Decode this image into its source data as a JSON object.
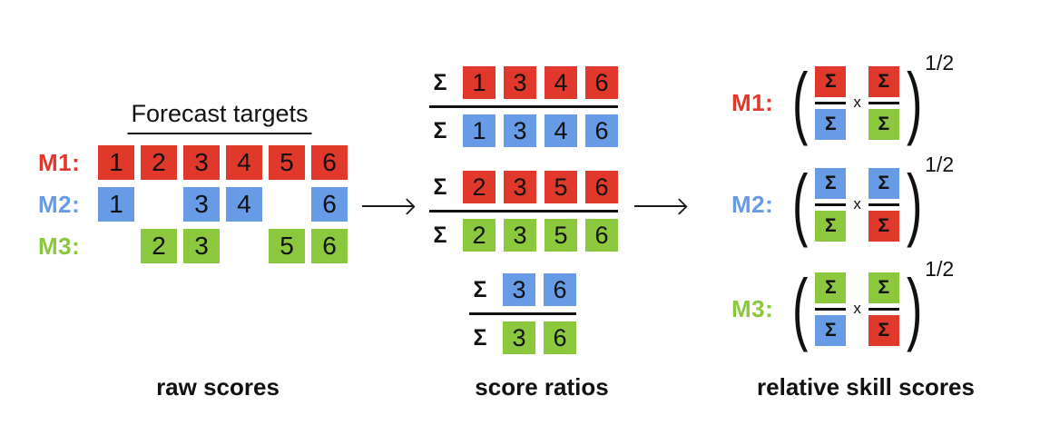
{
  "colors": {
    "red": "#e0382b",
    "blue": "#689be6",
    "green": "#8cc83e",
    "ink": "#111111"
  },
  "left_panel": {
    "title": "Forecast targets",
    "caption": "raw scores",
    "rows": [
      {
        "label": "M1:",
        "color": "red",
        "cells": [
          {
            "slot": 1,
            "value": "1"
          },
          {
            "slot": 2,
            "value": "2"
          },
          {
            "slot": 3,
            "value": "3"
          },
          {
            "slot": 4,
            "value": "4"
          },
          {
            "slot": 5,
            "value": "5"
          },
          {
            "slot": 6,
            "value": "6"
          }
        ]
      },
      {
        "label": "M2:",
        "color": "blue",
        "cells": [
          {
            "slot": 1,
            "value": "1"
          },
          {
            "slot": 3,
            "value": "3"
          },
          {
            "slot": 4,
            "value": "4"
          },
          {
            "slot": 6,
            "value": "6"
          }
        ]
      },
      {
        "label": "M3:",
        "color": "green",
        "cells": [
          {
            "slot": 2,
            "value": "2"
          },
          {
            "slot": 3,
            "value": "3"
          },
          {
            "slot": 5,
            "value": "5"
          },
          {
            "slot": 6,
            "value": "6"
          }
        ]
      }
    ]
  },
  "middle_panel": {
    "caption": "score ratios",
    "sigma": "Σ",
    "ratios": [
      {
        "numerator": {
          "color": "red",
          "values": [
            "1",
            "3",
            "4",
            "6"
          ]
        },
        "denominator": {
          "color": "blue",
          "values": [
            "1",
            "3",
            "4",
            "6"
          ]
        }
      },
      {
        "numerator": {
          "color": "red",
          "values": [
            "2",
            "3",
            "5",
            "6"
          ]
        },
        "denominator": {
          "color": "green",
          "values": [
            "2",
            "3",
            "5",
            "6"
          ]
        }
      },
      {
        "numerator": {
          "color": "blue",
          "values": [
            "3",
            "6"
          ]
        },
        "denominator": {
          "color": "green",
          "values": [
            "3",
            "6"
          ]
        }
      }
    ]
  },
  "right_panel": {
    "caption": "relative skill scores",
    "sigma": "Σ",
    "multiply_sign": "x",
    "exponent": "1/2",
    "paren_open": "(",
    "paren_close": ")",
    "formulas": [
      {
        "label": "M1:",
        "label_color": "red",
        "fractions": [
          {
            "num": "red",
            "den": "blue"
          },
          {
            "num": "red",
            "den": "green"
          }
        ]
      },
      {
        "label": "M2:",
        "label_color": "blue",
        "fractions": [
          {
            "num": "blue",
            "den": "green"
          },
          {
            "num": "blue",
            "den": "red"
          }
        ]
      },
      {
        "label": "M3:",
        "label_color": "green",
        "fractions": [
          {
            "num": "green",
            "den": "blue"
          },
          {
            "num": "green",
            "den": "red"
          }
        ]
      }
    ]
  },
  "arrows": [
    {
      "icon": "right-arrow"
    },
    {
      "icon": "right-arrow"
    }
  ]
}
